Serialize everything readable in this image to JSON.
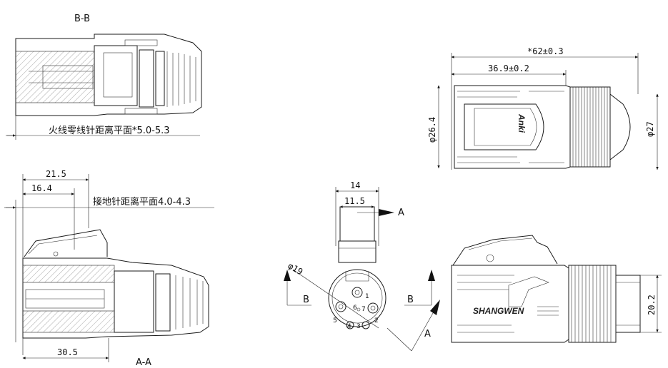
{
  "views": {
    "section_bb": {
      "title": "B-B",
      "note": "火线零线针距离平面*5.0-5.3"
    },
    "section_aa": {
      "title": "A-A",
      "note": "接地针距离平面4.0-4.3",
      "dim_top1": "21.5",
      "dim_top2": "16.4",
      "dim_bottom": "30.5"
    },
    "side_view": {
      "dim_total": "*62±0.3",
      "dim_partial": "36.9±0.2",
      "dim_left_dia": "φ26.4",
      "dim_right_dia": "φ27"
    },
    "front_view": {
      "dim_width": "14",
      "dim_inner": "11.5",
      "dim_dia": "φ19",
      "arrow_a_top": "A",
      "arrow_a_bottom": "A",
      "arrow_b_left": "B",
      "arrow_b_right": "B",
      "pins": [
        "1",
        "2",
        "3",
        "4",
        "5",
        "6",
        "7"
      ]
    },
    "perspective_view": {
      "brand": "SHANGWEN",
      "dim_dia": "20.2"
    }
  }
}
